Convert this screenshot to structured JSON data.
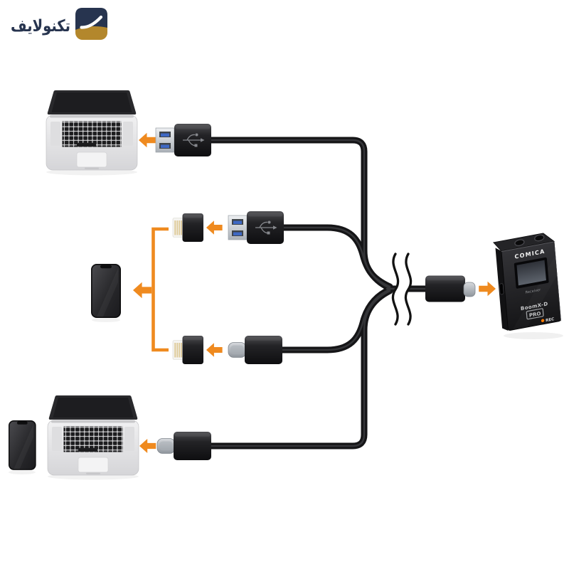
{
  "logo": {
    "brand_text": "تکنولایف",
    "icon": "technolife-swoosh-icon",
    "navy": "#27344f",
    "gold": "#b3872c"
  },
  "palette": {
    "background": "#ffffff",
    "accent_orange": "#ef8a1f",
    "cable_black": "#151517"
  },
  "receiver": {
    "brand": "COMICA",
    "screen_label": "Receiver",
    "model": "BoomX-D",
    "badge": "PRO",
    "rec_label": "REC",
    "rec_dot_color": "#ff7a00",
    "ports": [
      "3.5mm-jack",
      "3.5mm-jack",
      "usb-c-side-port"
    ]
  },
  "diagram": {
    "hub_connector": {
      "type": "usb-c",
      "direction": "right",
      "cable_break": true
    },
    "connections": [
      {
        "row": "top",
        "device": "laptop",
        "connector": "usb-a"
      },
      {
        "row": "middle-top",
        "device": "smartphone",
        "adapter": "lightning",
        "connector": "usb-a"
      },
      {
        "row": "middle-bottom",
        "device": "smartphone",
        "adapter": "lightning",
        "connector": "usb-c"
      },
      {
        "row": "bottom",
        "devices": [
          "smartphone",
          "laptop"
        ],
        "connector": "usb-c"
      }
    ]
  }
}
